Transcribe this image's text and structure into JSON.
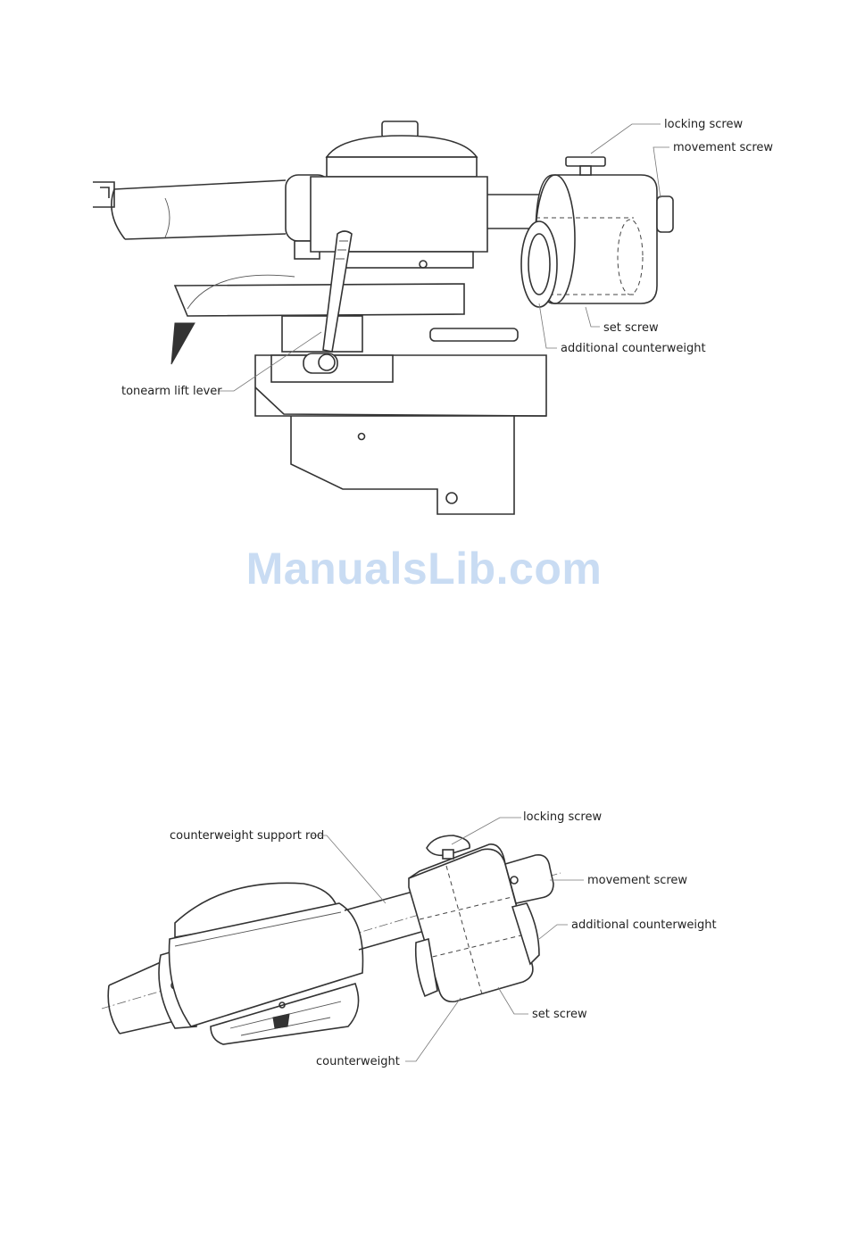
{
  "top_diagram": {
    "labels": {
      "locking_screw": "locking screw",
      "movement_screw": "movement screw",
      "set_screw": "set screw",
      "additional_counterweight": "additional counterweight",
      "tonearm_lift_lever": "tonearm lift lever"
    }
  },
  "watermark": {
    "text": "ManualsLib.com"
  },
  "bottom_diagram": {
    "labels": {
      "locking_screw": "locking screw",
      "counterweight_support_rod": "counterweight support rod",
      "movement_screw": "movement screw",
      "additional_counterweight": "additional counterweight",
      "set_screw": "set screw",
      "counterweight": "counterweight"
    }
  }
}
